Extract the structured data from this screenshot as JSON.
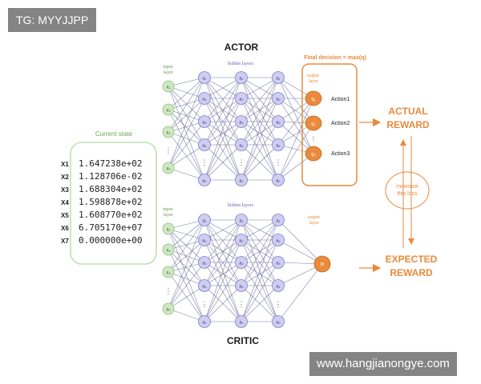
{
  "watermarks": {
    "top_left": "TG: MYYJJPP",
    "bottom_right": "www.hangjianongye.com"
  },
  "actor": {
    "title": "ACTOR",
    "input_label": [
      "input",
      "layer"
    ],
    "hidden_label": "hidden layers",
    "output_label": [
      "output",
      "layer"
    ],
    "decision_label": "Final decision = max(q)",
    "outputs": [
      {
        "symbol": "q₁",
        "action": "Action1"
      },
      {
        "symbol": "q₂",
        "action": "Action2"
      },
      {
        "symbol": "q₃",
        "action": "Action3"
      }
    ]
  },
  "critic": {
    "title": "CRITIC",
    "input_label": [
      "input",
      "layer"
    ],
    "hidden_label": "hidden layers",
    "output_label": [
      "output",
      "layer"
    ],
    "output_symbol": "R"
  },
  "state": {
    "title": "Current state",
    "rows": [
      {
        "name": "X1",
        "value": "1.647238e+02"
      },
      {
        "name": "X2",
        "value": "1.128706e-02"
      },
      {
        "name": "X3",
        "value": "1.688304e+02"
      },
      {
        "name": "X4",
        "value": "1.598878e+02"
      },
      {
        "name": "X5",
        "value": "1.608770e+02"
      },
      {
        "name": "X6",
        "value": "6.705170e+07"
      },
      {
        "name": "X7",
        "value": "0.000000e+00"
      }
    ]
  },
  "rewards": {
    "actual": [
      "ACTUAL",
      "REWARD"
    ],
    "expected": [
      "EXPECTED",
      "REWARD"
    ],
    "minimize": [
      "minimize",
      "this loss"
    ]
  },
  "neuron_labels": {
    "input": [
      "x₁",
      "x₂",
      "x₃",
      "⋮",
      "xₙ"
    ],
    "hidden": [
      "a₁",
      "a₂",
      "a₃",
      "a₄",
      "⋮",
      "aₙ"
    ]
  },
  "colors": {
    "green_node": "#cfe8c3",
    "green_stroke": "#8ac27a",
    "purple_node": "#cfcdf0",
    "purple_stroke": "#7f7cc9",
    "orange": "#e98a3c",
    "edge": "#4a4f8a",
    "state_box": "#bfe0b5",
    "title": "#4a6a9a"
  }
}
